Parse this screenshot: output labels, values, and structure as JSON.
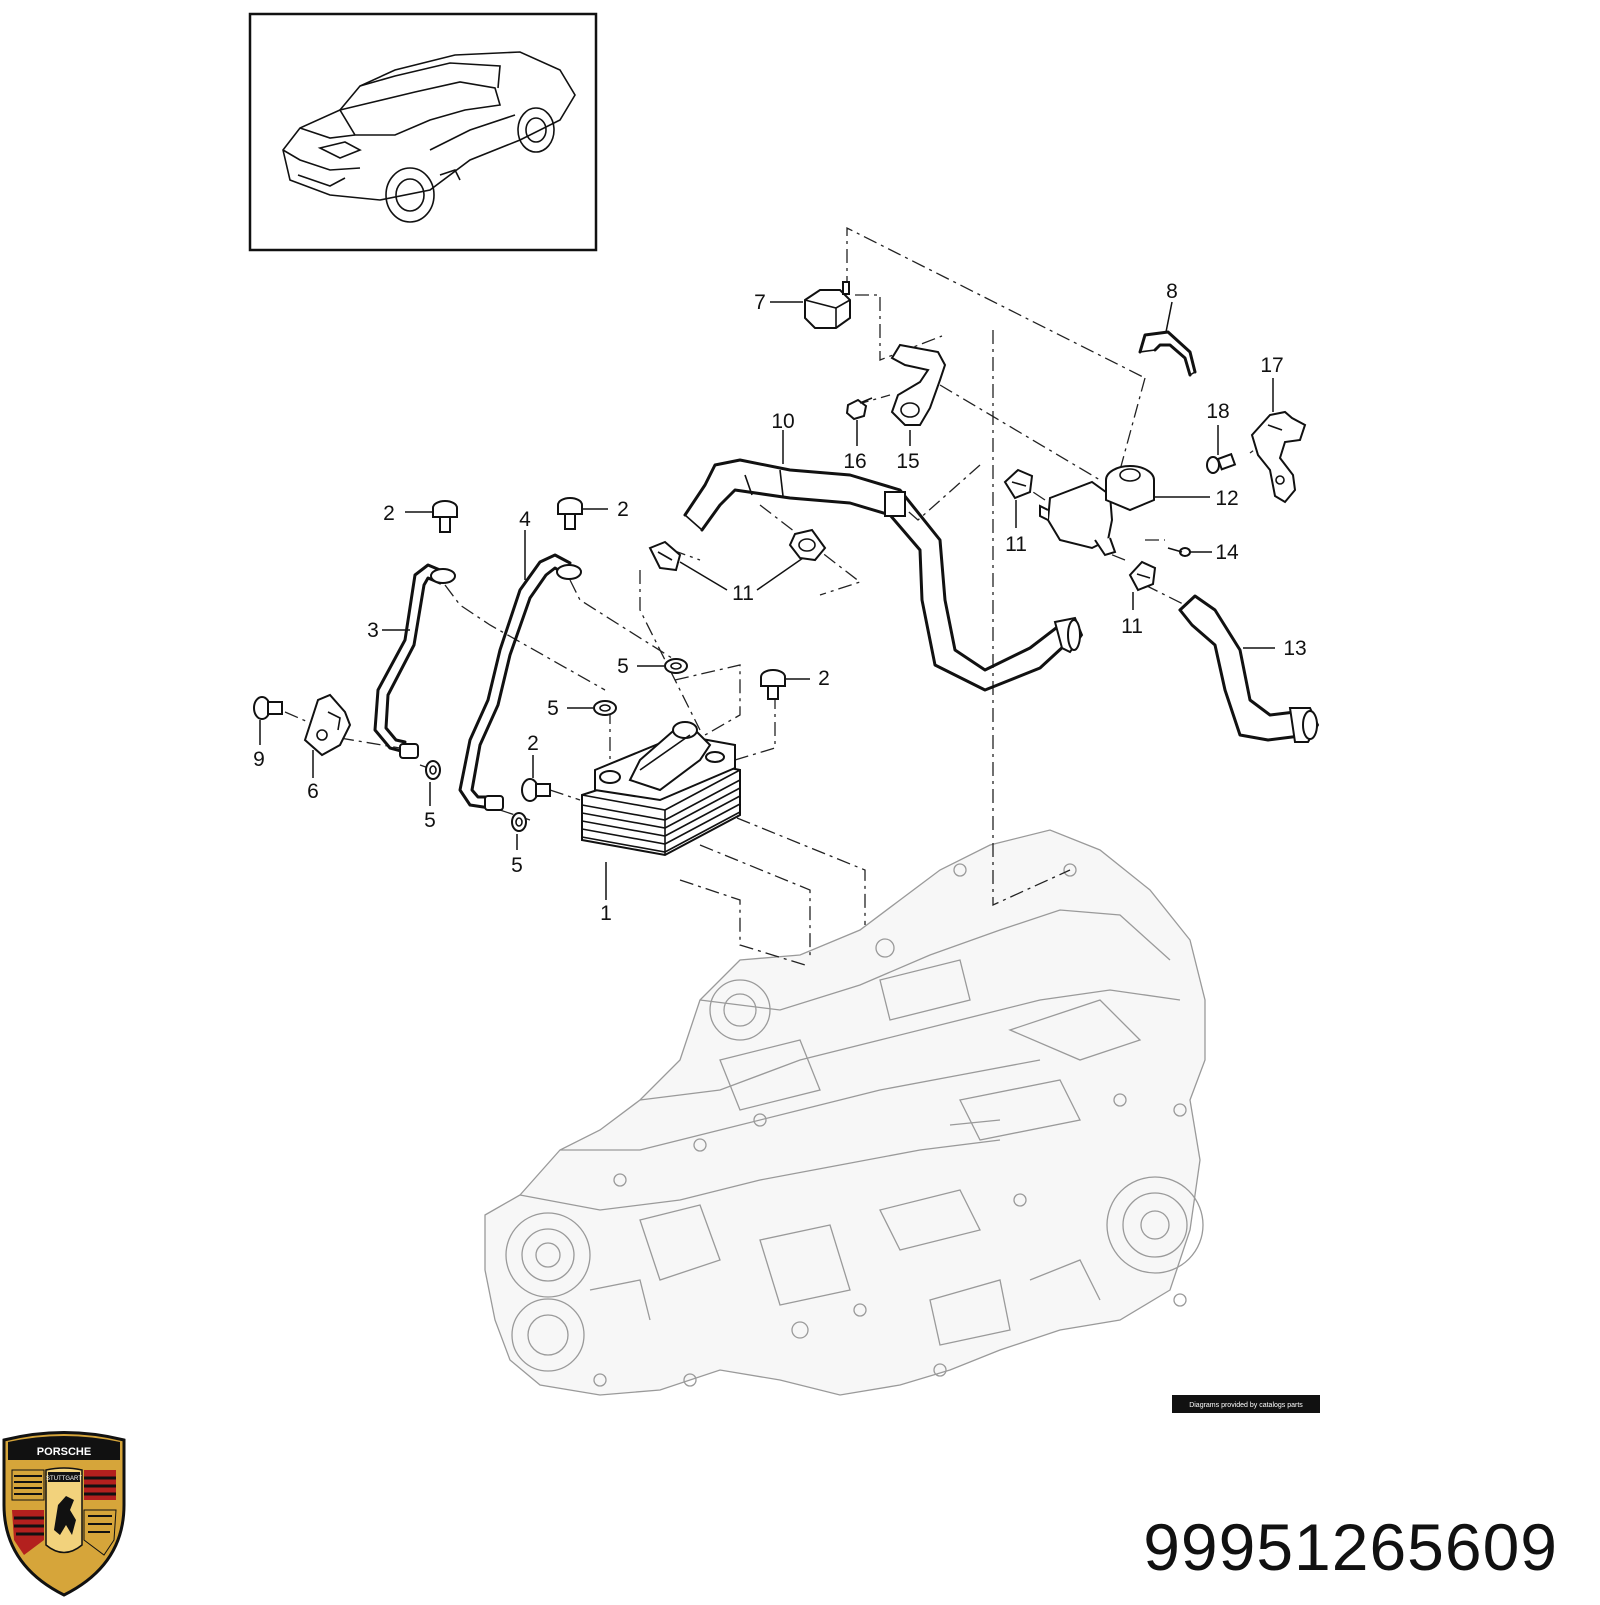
{
  "diagram": {
    "part_number": "99951265609",
    "credit": "Diagrams provided by catalogs parts",
    "logo": {
      "brand": "PORSCHE",
      "city": "STUTTGART",
      "colors": {
        "gold": "#d6a53a",
        "red": "#b3201e",
        "black": "#111111"
      }
    },
    "callouts": {
      "c1": "1",
      "c2a": "2",
      "c2b": "2",
      "c2c": "2",
      "c2d": "2",
      "c3": "3",
      "c4": "4",
      "c5a": "5",
      "c5b": "5",
      "c5c": "5",
      "c5d": "5",
      "c6": "6",
      "c7": "7",
      "c8": "8",
      "c9": "9",
      "c10": "10",
      "c11a": "11",
      "c11b": "11",
      "c11c": "11",
      "c11d": "11",
      "c12": "12",
      "c13": "13",
      "c14": "14",
      "c15": "15",
      "c16": "16",
      "c17": "17",
      "c18": "18"
    }
  }
}
